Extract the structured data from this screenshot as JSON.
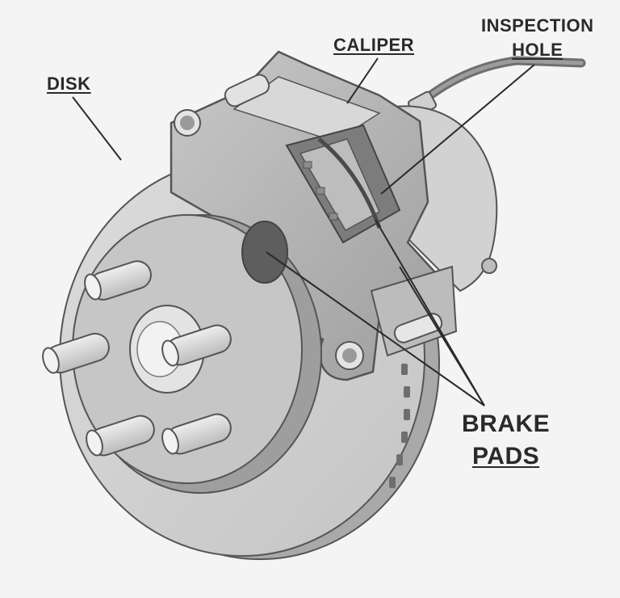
{
  "labels": {
    "disk": "DISK",
    "caliper": "CALIPER",
    "inspection_line1": "INSPECTION",
    "inspection_line2": "HOLE",
    "brake_line1": "BRAKE",
    "brake_line2": "PADS"
  },
  "colors": {
    "background": "#f4f4f4",
    "part_light": "#d9d9d9",
    "part_mid": "#b9b9b9",
    "part_dark": "#8a8a8a",
    "outline": "#555555",
    "leader": "#2a2a2a"
  }
}
